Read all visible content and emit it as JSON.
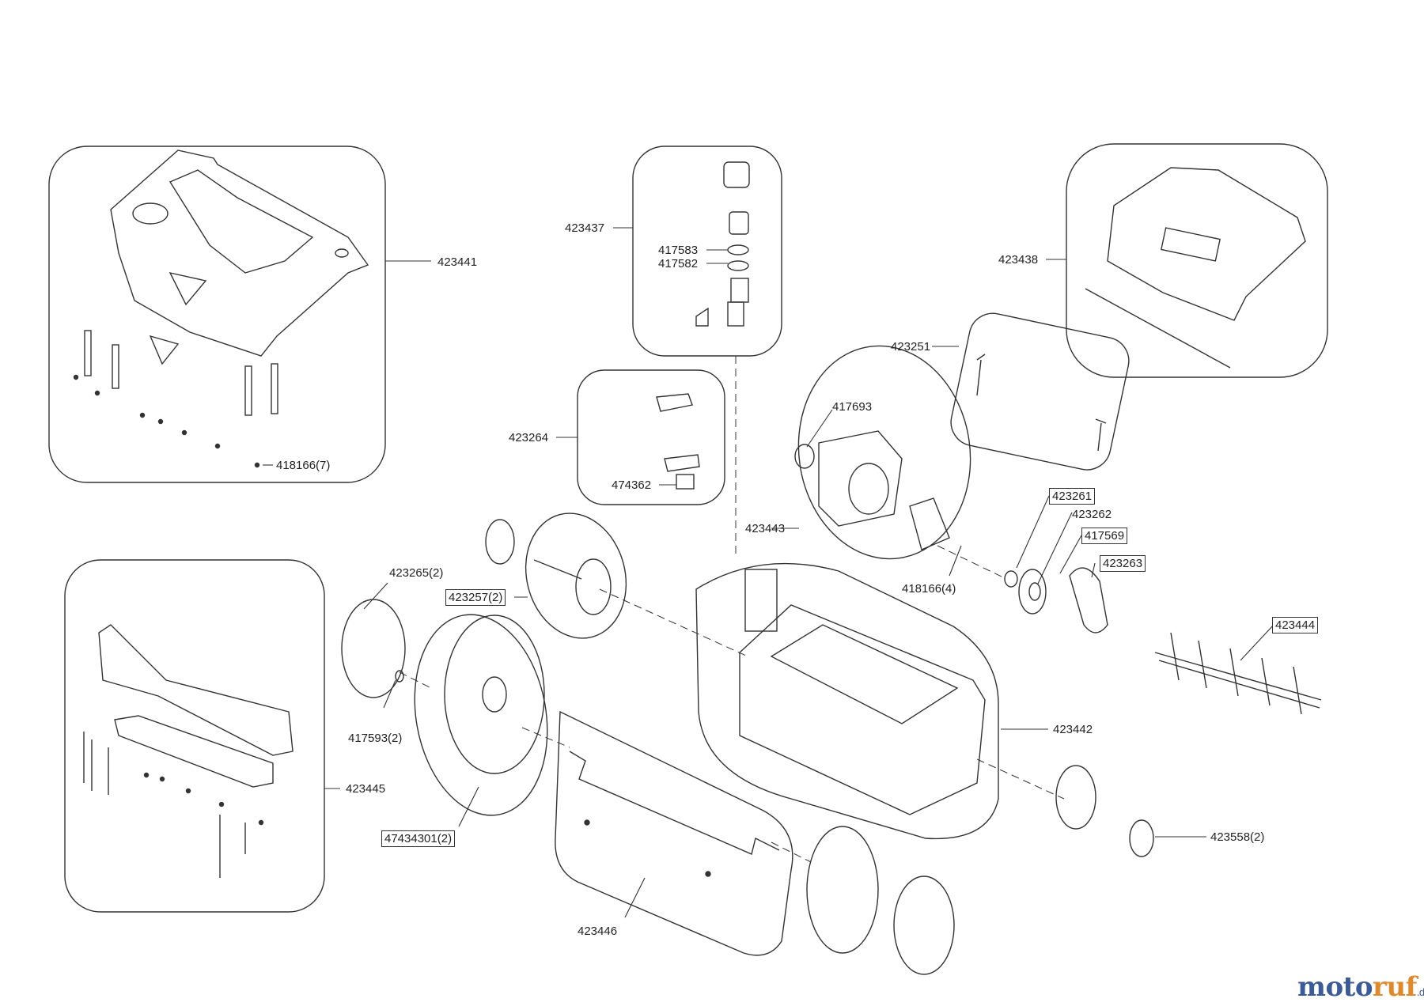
{
  "labels": {
    "p423441": "423441",
    "p418166_7": "418166(7)",
    "p423437": "423437",
    "p417583": "417583",
    "p417582": "417582",
    "p423438": "423438",
    "p423251": "423251",
    "p423264": "423264",
    "p474362": "474362",
    "p417693": "417693",
    "p423443": "423443",
    "p418166_4": "418166(4)",
    "p423261": "423261",
    "p423262": "423262",
    "p417569": "417569",
    "p423263": "423263",
    "p423444": "423444",
    "p423265_2": "423265(2)",
    "p423257_2": "423257(2)",
    "p417593_2": "417593(2)",
    "p423442": "423442",
    "p423445": "423445",
    "p47434301_2": "47434301(2)",
    "p423558_2": "423558(2)",
    "p423446": "423446"
  },
  "brand": {
    "name_a": "moto",
    "name_b": "ruf",
    "tld": ".de"
  },
  "colors": {
    "line": "#333333",
    "brand_blue": "#3b5a9a",
    "brand_orange": "#e0892a"
  }
}
